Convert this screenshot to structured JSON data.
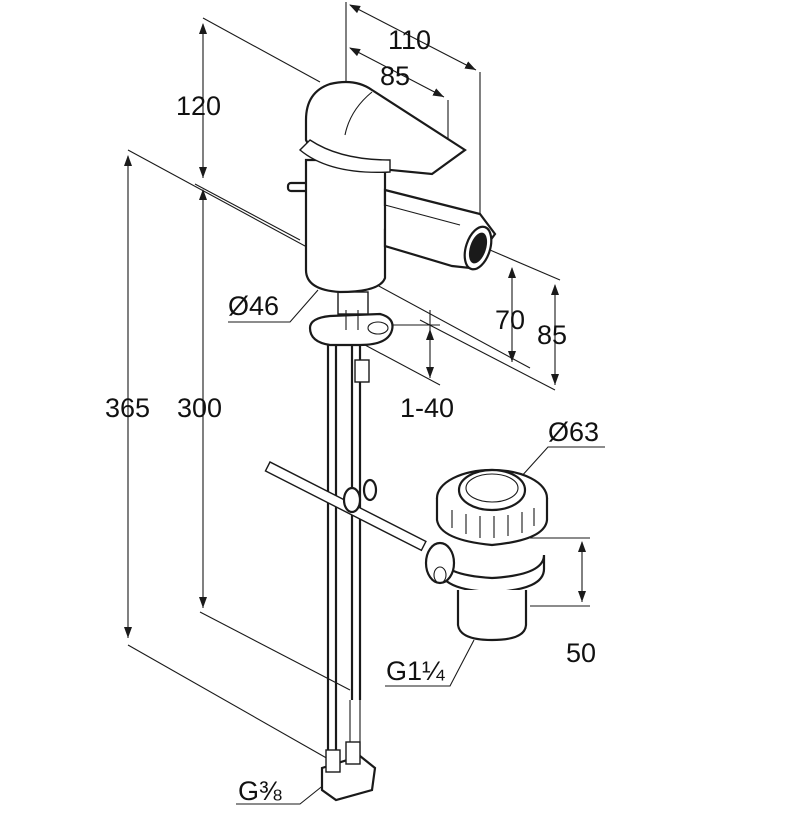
{
  "diagram": {
    "dimensions": {
      "width_total": "110",
      "width_spout": "85",
      "height_top": "120",
      "height_total": "365",
      "height_mid": "300",
      "diameter_base": "Ø46",
      "spout_height_70": "70",
      "spout_height_85": "85",
      "adjust_range": "1-40",
      "diameter_waste": "Ø63",
      "waste_height": "50",
      "waste_thread": "G1¼",
      "supply_thread": "G⅜"
    }
  }
}
